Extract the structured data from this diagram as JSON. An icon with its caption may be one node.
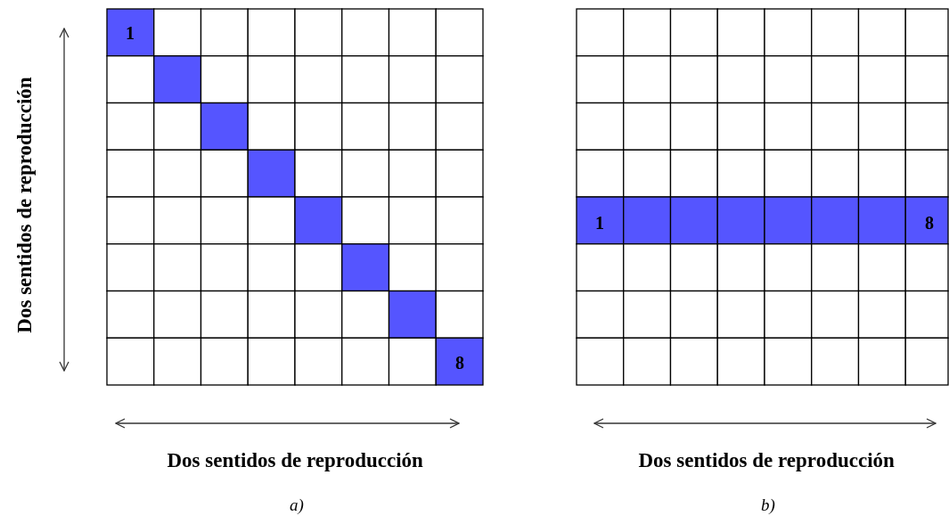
{
  "diagram": {
    "labels": [
      "Dos sentidos de reproducción",
      "1",
      "8",
      "Dos sentidos de reproducción",
      "a)",
      "1",
      "8",
      "Dos sentidos de reproducción",
      "b)"
    ]
  }
}
